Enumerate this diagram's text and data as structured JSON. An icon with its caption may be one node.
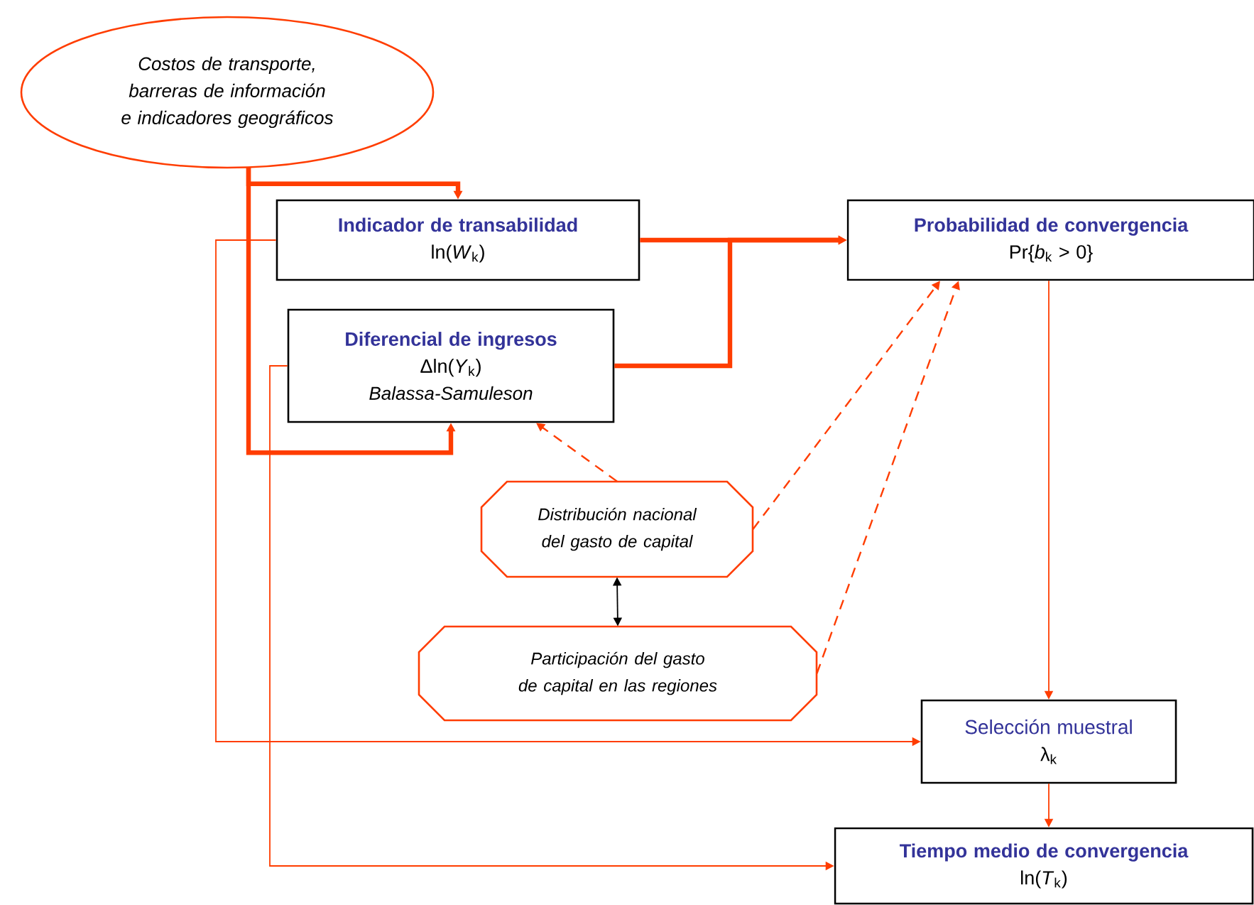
{
  "diagram": {
    "nodes": [
      {
        "text": [
          "Costos de transporte, barreras de información e indicadores geográficos"
        ]
      },
      {
        "text": [
          "Indicador de transabilidad",
          "ln(*W*$_{k}$)"
        ]
      },
      {
        "text": [
          "Diferencial de ingresos",
          "Δln(*Y*$_{k}$)",
          "Balassa-Samuleson"
        ]
      },
      {
        "text": [
          "Probabilidad de convergencia",
          "Pr{*b*$_{k}$ > 0}"
        ]
      },
      {
        "text": [
          "Distribución nacional del gasto de capital"
        ]
      },
      {
        "text": [
          "Participación del gasto de capital en las regiones"
        ]
      },
      {
        "text": [
          "Selección muestral",
          "λ$_{k}$"
        ]
      },
      {
        "text": [
          "Tiempo medio de convergencia",
          "ln(*T*$_{k}$)"
        ]
      }
    ],
    "edges": [
      {
        "from": 0,
        "to": 1,
        "arrow": "to",
        "style": "thick"
      },
      {
        "from": 0,
        "to": 2,
        "arrow": "to",
        "style": "thick"
      },
      {
        "from": 1,
        "to": 3,
        "arrow": "to",
        "style": "thick"
      },
      {
        "from": 2,
        "to": 3,
        "arrow": "to",
        "style": "thick"
      },
      {
        "from": 4,
        "to": 2,
        "arrow": "to",
        "style": "dashed"
      },
      {
        "from": 4,
        "to": 3,
        "arrow": "to",
        "style": "dashed"
      },
      {
        "from": 5,
        "to": 3,
        "arrow": "to",
        "style": "dashed"
      },
      {
        "from": 4,
        "to": 5,
        "arrow": "both",
        "color": "#000000"
      },
      {
        "from": 3,
        "to": 6,
        "arrow": "to"
      },
      {
        "from": 6,
        "to": 7,
        "arrow": "to"
      },
      {
        "from": 1,
        "to": 6,
        "arrow": "to"
      },
      {
        "from": 2,
        "to": 7,
        "arrow": "to"
      }
    ]
  }
}
